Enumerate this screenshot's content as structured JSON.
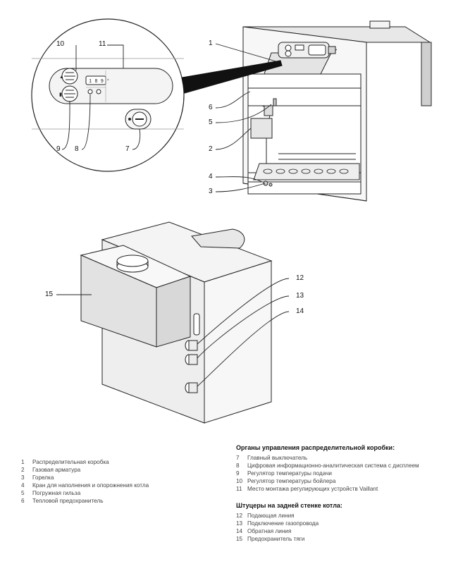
{
  "callouts": {
    "n1": "1",
    "n2": "2",
    "n3": "3",
    "n4": "4",
    "n5": "5",
    "n6": "6",
    "n7": "7",
    "n8": "8",
    "n9": "9",
    "n10": "10",
    "n11": "11",
    "n12": "12",
    "n13": "13",
    "n14": "14",
    "n15": "15"
  },
  "display_text": "1 8 9 °",
  "legend_left": {
    "items": [
      {
        "num": "1",
        "text": "Распределительная коробка"
      },
      {
        "num": "2",
        "text": "Газовая арматура"
      },
      {
        "num": "3",
        "text": "Горелка"
      },
      {
        "num": "4",
        "text": "Кран для наполнения и опорожнения котла"
      },
      {
        "num": "5",
        "text": "Погружная гильза"
      },
      {
        "num": "6",
        "text": "Тепловой предохранитель"
      }
    ]
  },
  "legend_right": {
    "controls_heading": "Органы управления распределительной коробки:",
    "controls": [
      {
        "num": "7",
        "text": "Главный выключатель"
      },
      {
        "num": "8",
        "text": "Цифровая информационно-аналитическая система с дисплеем"
      },
      {
        "num": "9",
        "text": "Регулятор температуры подачи"
      },
      {
        "num": "10",
        "text": "Регулятор температуры бойлера"
      },
      {
        "num": "11",
        "text": "Место монтажа регулирующих устройств Vaillant"
      }
    ],
    "fittings_heading": "Штуцеры на задней стенке котла:",
    "fittings": [
      {
        "num": "12",
        "text": "Подающая линия"
      },
      {
        "num": "13",
        "text": "Подключение газопровода"
      },
      {
        "num": "14",
        "text": "Обратная линия"
      },
      {
        "num": "15",
        "text": "Предохранитель тяги"
      }
    ]
  }
}
